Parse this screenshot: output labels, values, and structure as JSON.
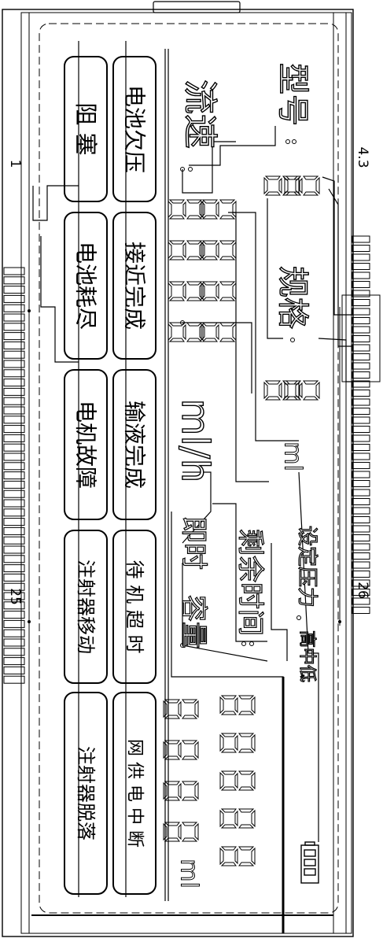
{
  "pin_numbers": {
    "top_left": "1",
    "bottom_left": "25",
    "top_right": "4.3",
    "bottom_right": "26"
  },
  "left_labels": [
    "阻 塞",
    "电池耗尽",
    "电机故障",
    "注射器移动",
    "注射器脱落"
  ],
  "mid_labels": [
    "电池欠压",
    "接近完成",
    "输液完成",
    "待 机 超 时",
    "网 供 电 中 断"
  ],
  "segment_words": [
    "流速",
    "型号",
    "规格"
  ],
  "units": {
    "flow": "ml/h",
    "spec": "ml",
    "volume": "ml"
  },
  "lower_words": [
    "即时",
    "容量",
    "剩余时间",
    "设定压力",
    "高中低"
  ]
}
